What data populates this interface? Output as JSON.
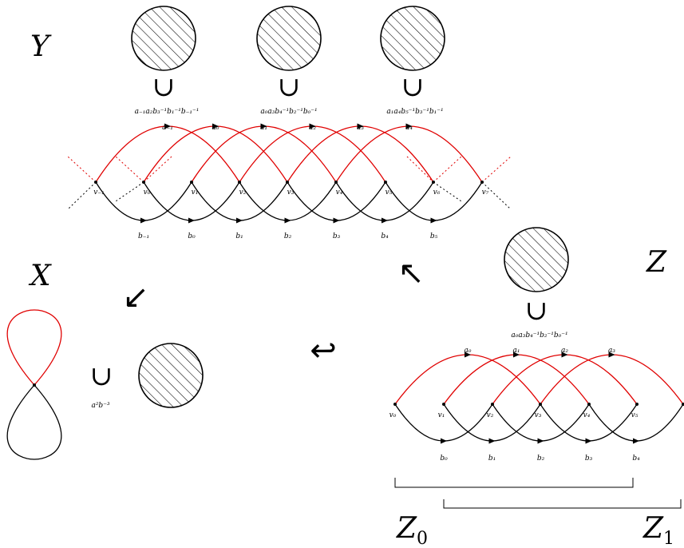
{
  "spaces": {
    "Y": "Y",
    "X": "X",
    "Z": "Z",
    "Z0": "Z",
    "Z0_sub": "0",
    "Z1": "Z",
    "Z1_sub": "1"
  },
  "cup_symbol": "∪",
  "maps": {
    "covering_Y_to_X": "↙",
    "covering_Z_to_Y": "↖",
    "inclusion_Z_to_X": "↩"
  },
  "Y_relators": [
    "a₋₁a₂b₃⁻¹b₁⁻¹b₋₁⁻¹",
    "a₀a₃b₄⁻¹b₂⁻¹b₀⁻¹",
    "a₁a₄b₅⁻¹b₃⁻¹b₁⁻¹"
  ],
  "Y_a_labels": [
    "a₋₁",
    "a₀",
    "a₁",
    "a₂",
    "a₃",
    "a₄"
  ],
  "Y_b_labels": [
    "b₋₁",
    "b₀",
    "b₁",
    "b₂",
    "b₃",
    "b₄",
    "b₅"
  ],
  "Y_vertex_labels": [
    "v₋₁",
    "v₀",
    "v₁",
    "v₂",
    "v₃",
    "v₄",
    "v₅",
    "v₆",
    "v₇"
  ],
  "X_relator": "a²b⁻³",
  "Z_relator": "a₀a₃b₄⁻¹b₂⁻¹b₀⁻¹",
  "Z_a_labels": [
    "a₀",
    "a₁",
    "a₂",
    "a₃"
  ],
  "Z_b_labels": [
    "b₀",
    "b₁",
    "b₂",
    "b₃",
    "b₄"
  ],
  "Z_vertex_labels": [
    "v₀",
    "v₁",
    "v₂",
    "v₃",
    "v₄",
    "v₅"
  ],
  "colors": {
    "a_edges": "#e00000",
    "b_edges": "#000000",
    "hatch": "#000000"
  }
}
